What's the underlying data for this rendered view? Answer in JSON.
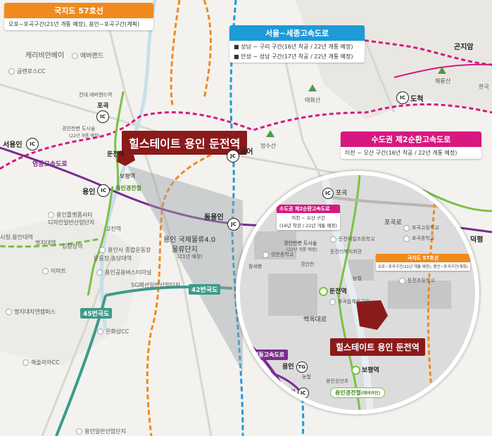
{
  "colors": {
    "road_orange": "#f08a1c",
    "road_blue": "#1e9ad6",
    "road_magenta": "#d6187f",
    "road_purple": "#7b2c8e",
    "rail_green": "#7ac143",
    "site": "#8b1a1a"
  },
  "callouts": {
    "route57": {
      "title": "국지도 57호선",
      "body": "오포~포곡구간(21년 개통 예정), 용인~포곡구간(계획)"
    },
    "seoul_sejong": {
      "title": "서울~세종고속도로",
      "line1": "성남 ~ 구리 구간(16년 착공 / 22년 개통 예정)",
      "line2": "안성 ~ 성남 구간(17년 착공 / 22년 개통 예정)"
    },
    "ring2": {
      "title": "수도권 제2순환고속도로",
      "body": "이천 ~ 오산 구간(16년 착공 / 22년 개통 예정)"
    }
  },
  "site_title": "힐스테이트 용인 둔전역",
  "places": {
    "caribbean": "캐리비안베이",
    "everland": "에버랜드",
    "glenrose": "글렌로스CC",
    "everland_stn": "전대.에버랜드역",
    "pogok": "포곡",
    "gyeongan": "경안천변 도시숲",
    "gyeongan_sub": "(22년 개통 예정)",
    "seoyongin": "서용인",
    "yeongdong": "영동고속도로",
    "dunjeon": "둔전역",
    "bopyeong": "보평역",
    "yongin": "용인",
    "yongin_line": "용인경전철",
    "dongyongin": "동용인",
    "geumeo": "금어",
    "taehwasan": "태화산",
    "jeongsusan": "정수산",
    "haereungsan": "해룡산",
    "gonjiam": "곤지암",
    "dochuk": "도척",
    "platform": "용인플랫폼시티디자인일반산업단지",
    "gojin": "고진역",
    "sicheong": "시청.용인대역",
    "myeongji": "명지대역",
    "gimnyangjang": "김량장역",
    "stadium": "용인시 종합운동장",
    "undong": "운동장.송담대역",
    "bus_terminal": "용인공용버스터미널",
    "emart": "이마트",
    "logistics_a": "용인 국제물류4.0",
    "logistics_b": "물류단지",
    "logistics_sub": "(21년 예정)",
    "sg_industrial": "SG패션일반산업단지",
    "rt42": "42번국도",
    "rt45": "45번국도",
    "mju_campus": "명지대자연캠퍼스",
    "eunhwasam": "은화삼CC",
    "hahmrema": "해솔리아CC",
    "deokpyeong": "덕평",
    "korea": "한국",
    "ic": "IC",
    "jc": "JC",
    "bottom_place": "용인일반산업단지"
  },
  "inset": {
    "pogok": "포곡",
    "ring2_title": "수도권 제2순환고속도로",
    "ring2_body1": "이천 ~ 오산 구간",
    "ring2_body2": "(16년 착공 / 22년 개통 예정)",
    "rt57_title": "국지도 57호선",
    "rt57_body": "오포~포곡구간(21년 개통 예정), 용인~포곡구간(계획)",
    "pogokro": "포곡로",
    "gyeongan": "경안천변 도시숲",
    "gyeongan_sub": "(22년 개통 예정)",
    "yeongmun_elem": "영문중학교",
    "chamsaebong": "참새봉",
    "gyeongancheon": "경안천",
    "dunjeon_elem": "둔전제일초등학교",
    "dunjeon_welfare": "둔전리복지회관",
    "pogok_high": "포곡고등학교",
    "pogok_middle": "포곡중학교",
    "dunjeon_elem2": "둔전초등학교",
    "nonghyup": "농협",
    "dunjeon_stn": "둔전역",
    "pogok_park": "포곡읍체육공원",
    "baekokdaero": "백옥대로",
    "yeongdong": "영동고속도로",
    "yongin_tg": "용인",
    "tg": "TG",
    "nonghyup2": "농협",
    "yongin_ic": "용인",
    "ic": "IC",
    "bopyeong": "보평역",
    "yongin_line": "용인경전철",
    "yongin_line_sub": "(에버라인)",
    "seongsan": "용인성산초",
    "site_title": "힐스테이트 용인 둔전역"
  }
}
